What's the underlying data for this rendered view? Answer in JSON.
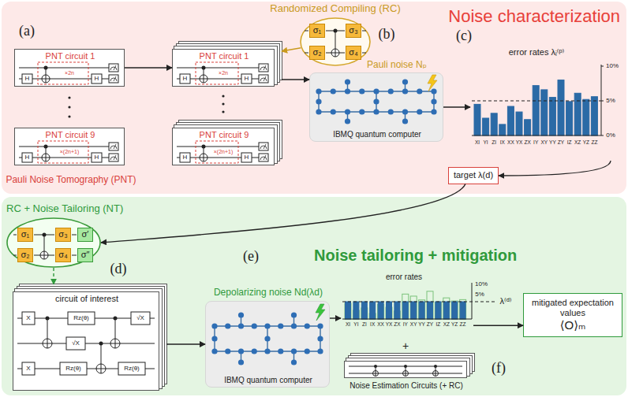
{
  "diagram": {
    "nodes": [
      {
        "text": [
          "Noise characterization"
        ]
      },
      {
        "text": [
          "Randomized Compiling (RC)"
        ],
        "in": 0
      },
      {
        "text": [
          "σ₁"
        ],
        "in": 1
      },
      {
        "text": [
          "σ₂"
        ],
        "in": 1
      },
      {
        "text": [
          "σ₃"
        ],
        "in": 1
      },
      {
        "text": [
          "σ₄"
        ],
        "in": 1
      },
      {
        "text": [
          "PNT circuit 1"
        ],
        "in": 0
      },
      {
        "text": [
          "PNT circuit 9"
        ],
        "in": 0
      },
      {
        "text": [
          "PNT circuit 1"
        ],
        "in": 0
      },
      {
        "text": [
          "PNT circuit 9"
        ],
        "in": 0
      },
      {
        "text": [
          "Pauli noise Nₚ",
          "IBMQ quantum computer"
        ],
        "in": 0
      },
      {
        "text": [
          "error rates λᵢ⁽ᵖ⁾"
        ],
        "in": 0
      },
      {
        "text": [
          "target λ(d)"
        ],
        "in": 0
      },
      {
        "text": [
          "Noise tailoring + mitigation"
        ]
      },
      {
        "text": [
          "RC + Noise Tailoring (NT)"
        ],
        "in": 13
      },
      {
        "text": [
          "σ₁"
        ],
        "in": 14
      },
      {
        "text": [
          "σ₂"
        ],
        "in": 14
      },
      {
        "text": [
          "σ₃"
        ],
        "in": 14
      },
      {
        "text": [
          "σ₄"
        ],
        "in": 14
      },
      {
        "text": [
          "σ′"
        ],
        "in": 14
      },
      {
        "text": [
          "σ″"
        ],
        "in": 14
      },
      {
        "text": [
          "circuit of interest"
        ],
        "in": 13
      },
      {
        "text": [
          "Depolarizing noise Nd(λd)",
          "IBMQ quantum computer"
        ],
        "in": 13
      },
      {
        "text": [
          "error rates"
        ],
        "in": 13
      },
      {
        "text": [
          "Noise Estimation Circuits (+ RC)"
        ],
        "in": 13
      },
      {
        "text": [
          "mitigated expectation values",
          "⟨O⟩ₘ"
        ],
        "in": 13
      }
    ],
    "edges": [
      {
        "from": 1,
        "to": 8,
        "arrow": "to"
      },
      {
        "from": 6,
        "to": 8,
        "arrow": "to"
      },
      {
        "from": 8,
        "to": 10,
        "arrow": "to"
      },
      {
        "from": 10,
        "to": 11,
        "arrow": "to"
      },
      {
        "from": 11,
        "to": 12,
        "arrow": "to"
      },
      {
        "from": 12,
        "to": 14,
        "arrow": "to"
      },
      {
        "from": 14,
        "to": 21,
        "arrow": "to"
      },
      {
        "from": 21,
        "to": 22,
        "arrow": "to"
      },
      {
        "from": 22,
        "to": 23,
        "arrow": "to"
      },
      {
        "from": 23,
        "to": 25,
        "arrow": "to"
      }
    ],
    "labels": [
      "(a)",
      "(b)",
      "(c)",
      "Pauli Noise Tomography (PNT)",
      "H",
      "H",
      "×2n",
      "H",
      "H",
      "×(2n+1)",
      "H",
      "H",
      "×2n",
      "H",
      "H",
      "×(2n+1)",
      "10%",
      "5%",
      "0%",
      "XI",
      "YI",
      "ZI",
      "IX",
      "XX",
      "YX",
      "ZX",
      "IY",
      "XY",
      "YY",
      "ZY",
      "IZ",
      "XZ",
      "YZ",
      "ZZ",
      "(d)",
      "(e)",
      "(f)",
      "X",
      "Rz(θ)",
      "√X",
      "√X",
      "X",
      "Rz(θ)",
      "Rz(θ)",
      "10%",
      "5%",
      "λ⁽ᵈ⁾",
      "XI",
      "YI",
      "ZI",
      "IX",
      "XX",
      "YX",
      "ZX",
      "IY",
      "XY",
      "YY",
      "ZY",
      "IZ",
      "XZ",
      "YZ",
      "ZZ",
      "+"
    ]
  }
}
